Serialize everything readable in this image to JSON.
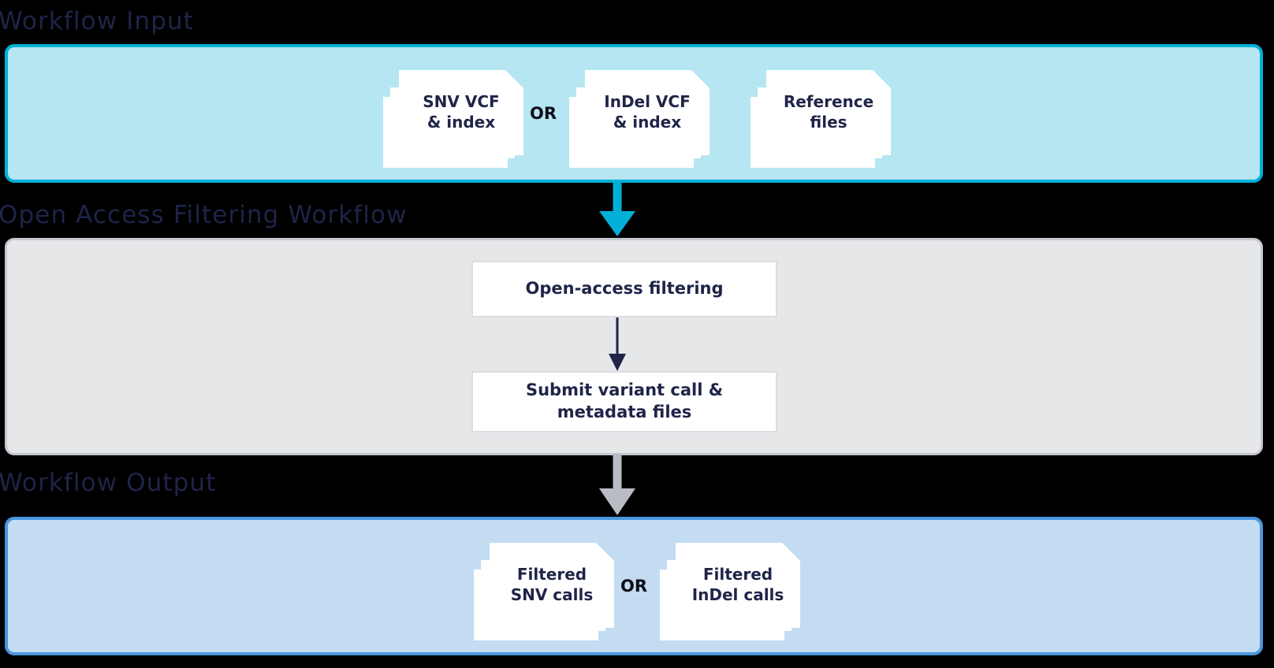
{
  "diagram": {
    "sections": [
      {
        "id": "input",
        "title": "Workflow Input",
        "accent_color": "#00b0d8",
        "fill_color": "#b5e6f2",
        "cards": [
          {
            "line1": "SNV VCF",
            "line2": "& index"
          },
          {
            "line1": "InDel VCF",
            "line2": "& index"
          },
          {
            "line1": "Reference",
            "line2": "files"
          }
        ],
        "separator": "OR"
      },
      {
        "id": "workflow",
        "title": "Open Access Filtering Workflow",
        "accent_color": "#c5c8ce",
        "fill_color": "#e6e7e9",
        "steps": [
          {
            "id": "filter",
            "label": "Open-access filtering"
          },
          {
            "id": "submit",
            "line1": "Submit variant call &",
            "line2": "metadata files"
          }
        ]
      },
      {
        "id": "output",
        "title": "Workflow Output",
        "accent_color": "#4b96dd",
        "fill_color": "#c3dcf2",
        "cards": [
          {
            "line1": "Filtered",
            "line2": "SNV calls"
          },
          {
            "line1": "Filtered",
            "line2": "InDel calls"
          }
        ],
        "separator": "OR"
      }
    ],
    "arrows": [
      {
        "id": "input-to-workflow",
        "color": "#00b0d8"
      },
      {
        "id": "filter-to-submit",
        "color": "#1f2448"
      },
      {
        "id": "workflow-to-output",
        "color": "#b9bcc4"
      }
    ],
    "text_color": "#1f2448"
  }
}
